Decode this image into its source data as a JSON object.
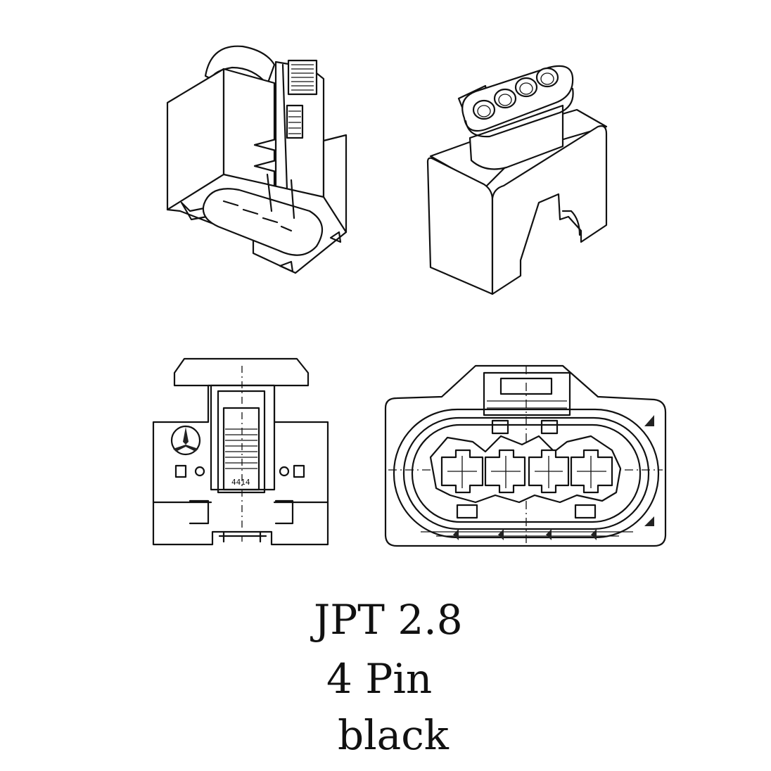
{
  "caption": {
    "line1": "JPT 2.8",
    "line2": "4 Pin",
    "line3": "black"
  },
  "diagram_labels": {
    "part_code": "4414"
  },
  "views": [
    {
      "name": "rear-isometric-view"
    },
    {
      "name": "front-isometric-view"
    },
    {
      "name": "side-elevation-view"
    },
    {
      "name": "mating-face-view"
    }
  ],
  "colors": {
    "line": "#111111",
    "background": "#ffffff"
  }
}
